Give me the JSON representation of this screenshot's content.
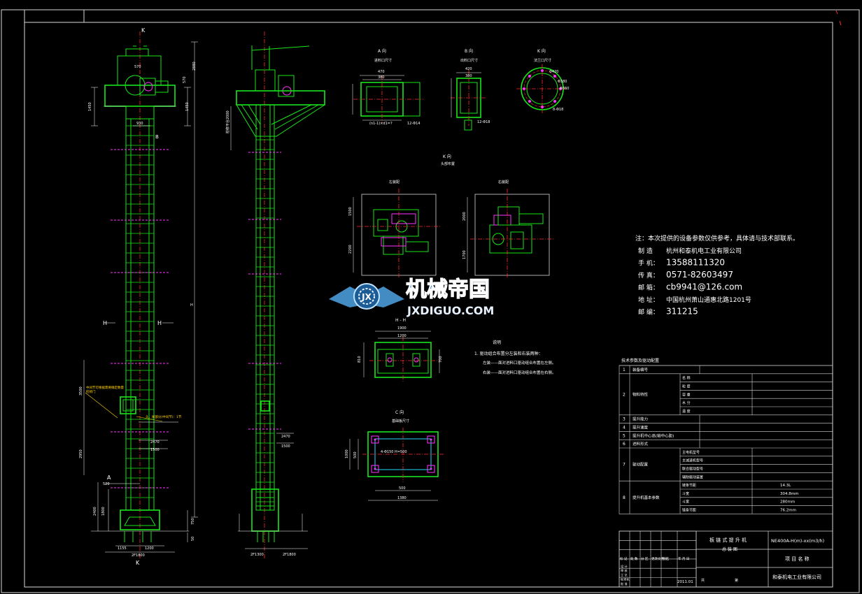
{
  "drawing": {
    "views": {
      "section_k_top": "K",
      "section_k_bottom": "K",
      "section_b": "B",
      "section_h_left": "H",
      "section_h_right": "H",
      "section_a": "A",
      "view_a_title": "A 向",
      "view_a_sub": "进料口尺寸",
      "view_b_title": "B 向",
      "view_b_sub": "出料口尺寸",
      "view_k_title": "K 向",
      "view_k_sub": "法兰口尺寸",
      "view_k2_title": "K 向",
      "view_k2_sub": "头部布置",
      "plan_left_title": "左装配",
      "plan_right_title": "右装配",
      "view_hh_title": "H - H",
      "view_c_title": "C 向",
      "view_c_sub": "基础板尺寸"
    },
    "dims": {
      "d1450a": "1450",
      "d1450b": "1450",
      "d2880": "2880",
      "d570": "570",
      "d930": "930",
      "dh": "H",
      "d3500": "3500",
      "d2950": "2950",
      "d2470": "2470",
      "d1500": "1500",
      "d520": "520",
      "d1800": "1800",
      "d2400": "2400",
      "d750": "750",
      "d50": "50",
      "d1155": "1155",
      "d1200": "1200",
      "d2f1800": "2F1800",
      "d2f1300": "2F1300",
      "dr2000": "检修平台2000",
      "a470": "470",
      "a380": "380",
      "a_bottom": "(n1-1)×d1=?",
      "a_right": "12-Φ14",
      "b420": "420",
      "b380": "380",
      "b_bottom": "12-Φ18",
      "k420": "Φ420",
      "k380": "Φ380",
      "k360": "Φ360",
      "k_holes": "8-Φ18",
      "p1500": "1500",
      "p2200": "2200",
      "p2000": "2000",
      "p1700": "1700",
      "hh1900": "1900",
      "hh1200": "1200",
      "hh_left": "810",
      "hh_right": "700",
      "c500": "500",
      "c1000": "1000",
      "c1380": "1380",
      "c_bolt": "4-Φ150 H=500"
    },
    "callouts": {
      "inspection_door": "检修门",
      "inspection_note": "中间节可根据需要确定数量",
      "inspection_note2": "头、尾部分(中间节)：1节"
    },
    "notes": {
      "heading": "说明",
      "line1": "1. 驱动组合布置分左装和右装两种：",
      "line2": "左装——面对进料口驱动组合布置在左侧。",
      "line3": "右装——面对进料口驱动组合布置在右侧。"
    },
    "contact": {
      "note": "注：本次提供的设备参数仅供参考，具体请与技术部联系。",
      "rows": [
        {
          "label": "制   造",
          "value": "杭州和泰机电工业有限公司"
        },
        {
          "label": "手   机：",
          "value": "13588111320"
        },
        {
          "label": "传   真：",
          "value": "0571-82603497"
        },
        {
          "label": "邮   箱：",
          "value": "cb9941@126.com"
        },
        {
          "label": "地   址：",
          "value": "中国杭州萧山通惠北路1201号"
        },
        {
          "label": "邮   编：",
          "value": "311215"
        }
      ]
    },
    "watermark": {
      "cn": "机械帝国",
      "en": "JXDIGUO.COM",
      "badge": "JX"
    },
    "param_table": {
      "title": "技术参数及驱动配置",
      "rows": [
        {
          "no": "1",
          "label": "装备编号",
          "subs": []
        },
        {
          "no": "2",
          "label": "物料特性",
          "subs": [
            "名  称",
            "粒  度",
            "容  重",
            "水  分",
            "温  度"
          ]
        },
        {
          "no": "3",
          "label": "提升能力",
          "subs": []
        },
        {
          "no": "4",
          "label": "提升速度",
          "subs": []
        },
        {
          "no": "5",
          "label": "提升机中心高(轴中心距)",
          "subs": []
        },
        {
          "no": "6",
          "label": "进料形式",
          "subs": []
        },
        {
          "no": "7",
          "label": "驱动配置",
          "subs": [
            "主电机型号",
            "主减速机型号",
            "联合驱动型号",
            "辅助驱动装置"
          ]
        },
        {
          "no": "8",
          "label": "提升机基本参数",
          "subs": [
            "链条节距",
            "斗宽",
            "斗宽",
            "链条节距"
          ],
          "vals": [
            "14.3L",
            "304.8mm",
            "280mm",
            "76.2mm"
          ]
        }
      ]
    },
    "title_block": {
      "name1": "板 链 式 提 升 机",
      "name2": "总 装 图",
      "model": "NE400A-H(m)-xx(m3/h)",
      "project_label": "项 目 名 称",
      "company": "和泰机电工业有限公司",
      "date": "2011.01",
      "col1": "标 记",
      "col2": "处 数",
      "col3": "分 区",
      "col4": "更改文件号",
      "col5": "签 名",
      "col6": "年 月 日",
      "r1": "设 计",
      "r2": "审 核",
      "r3": "工 艺",
      "r4": "标准化",
      "r5": "批 准",
      "scale_label": "共",
      "sheet_label": "第"
    }
  }
}
